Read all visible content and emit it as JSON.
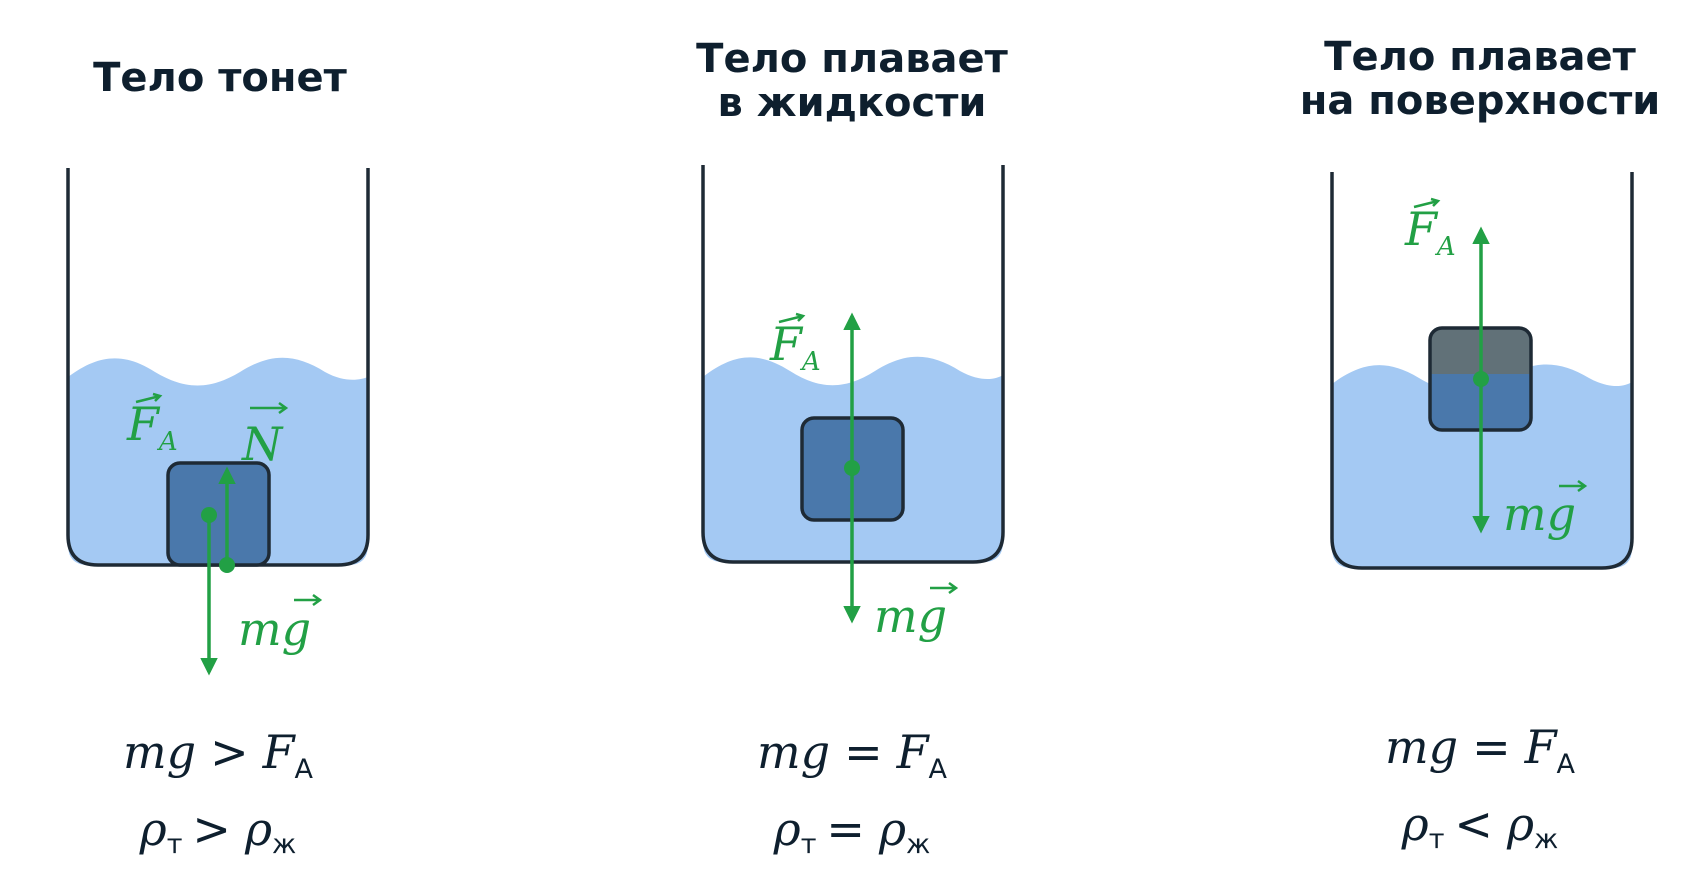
{
  "panels": [
    {
      "title_lines": [
        "Тело тонет"
      ],
      "force_up": "F",
      "force_up_sub": "A",
      "force_normal": "N",
      "force_down": "mg",
      "force_eq": {
        "left": "mg",
        "op": ">",
        "right": "F",
        "right_sub": "A"
      },
      "density_eq": {
        "left": "ρ",
        "left_sub": "т",
        "op": ">",
        "right": "ρ",
        "right_sub": "ж"
      }
    },
    {
      "title_lines": [
        "Тело плавает",
        "в жидкости"
      ],
      "force_up": "F",
      "force_up_sub": "A",
      "force_down": "mg",
      "force_eq": {
        "left": "mg",
        "op": "=",
        "right": "F",
        "right_sub": "A"
      },
      "density_eq": {
        "left": "ρ",
        "left_sub": "т",
        "op": "=",
        "right": "ρ",
        "right_sub": "ж"
      }
    },
    {
      "title_lines": [
        "Тело плавает",
        "на поверхности"
      ],
      "force_up": "F",
      "force_up_sub": "A",
      "force_down": "mg",
      "force_eq": {
        "left": "mg",
        "op": "=",
        "right": "F",
        "right_sub": "A"
      },
      "density_eq": {
        "left": "ρ",
        "left_sub": "т",
        "op": "<",
        "right": "ρ",
        "right_sub": "ж"
      }
    }
  ],
  "colors": {
    "water": "#a4c9f3",
    "body_submerged": "#4a78ab",
    "body_above": "#617178",
    "force": "#22a045",
    "outline": "#1e2a35"
  }
}
